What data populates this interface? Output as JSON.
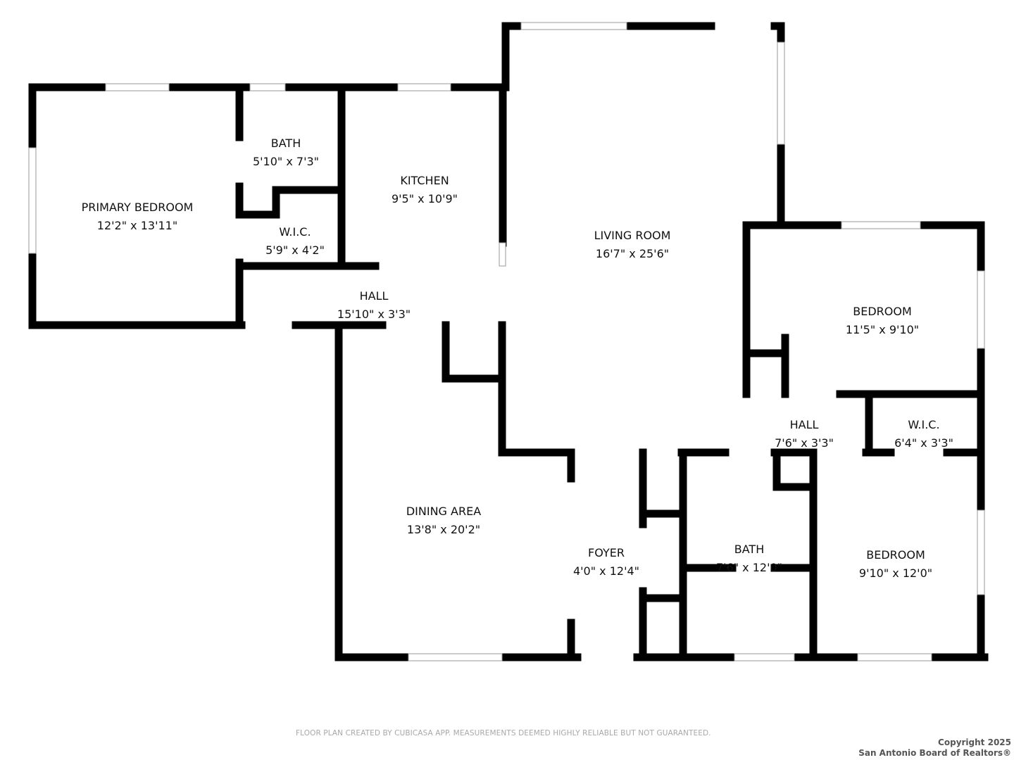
{
  "rooms": [
    {
      "name": "PRIMARY BEDROOM",
      "size": "12'2\" x 13'11\""
    },
    {
      "name": "BATH",
      "size": "5'10\" x 7'3\""
    },
    {
      "name": "W.I.C.",
      "size": "5'9\" x 4'2\""
    },
    {
      "name": "KITCHEN",
      "size": "9'5\" x 10'9\""
    },
    {
      "name": "LIVING ROOM",
      "size": "16'7\" x 25'6\""
    },
    {
      "name": "HALL",
      "size": "15'10\" x 3'3\""
    },
    {
      "name": "BEDROOM",
      "size": "11'5\" x 9'10\""
    },
    {
      "name": "HALL",
      "size": "7'6\" x 3'3\""
    },
    {
      "name": "W.I.C.",
      "size": "6'4\" x 3'3\""
    },
    {
      "name": "DINING AREA",
      "size": "13'8\" x 20'2\""
    },
    {
      "name": "FOYER",
      "size": "4'0\" x 12'4\""
    },
    {
      "name": "BATH",
      "size": "7'6\" x 12'0\""
    },
    {
      "name": "BEDROOM",
      "size": "9'10\" x 12'0\""
    }
  ],
  "footer": {
    "disclaimer": "FLOOR PLAN CREATED BY CUBICASA APP. MEASUREMENTS DEEMED HIGHLY RELIABLE BUT NOT GUARANTEED.",
    "copyright_line1": "Copyright 2025",
    "copyright_line2": "San Antonio Board of Realtors®"
  }
}
